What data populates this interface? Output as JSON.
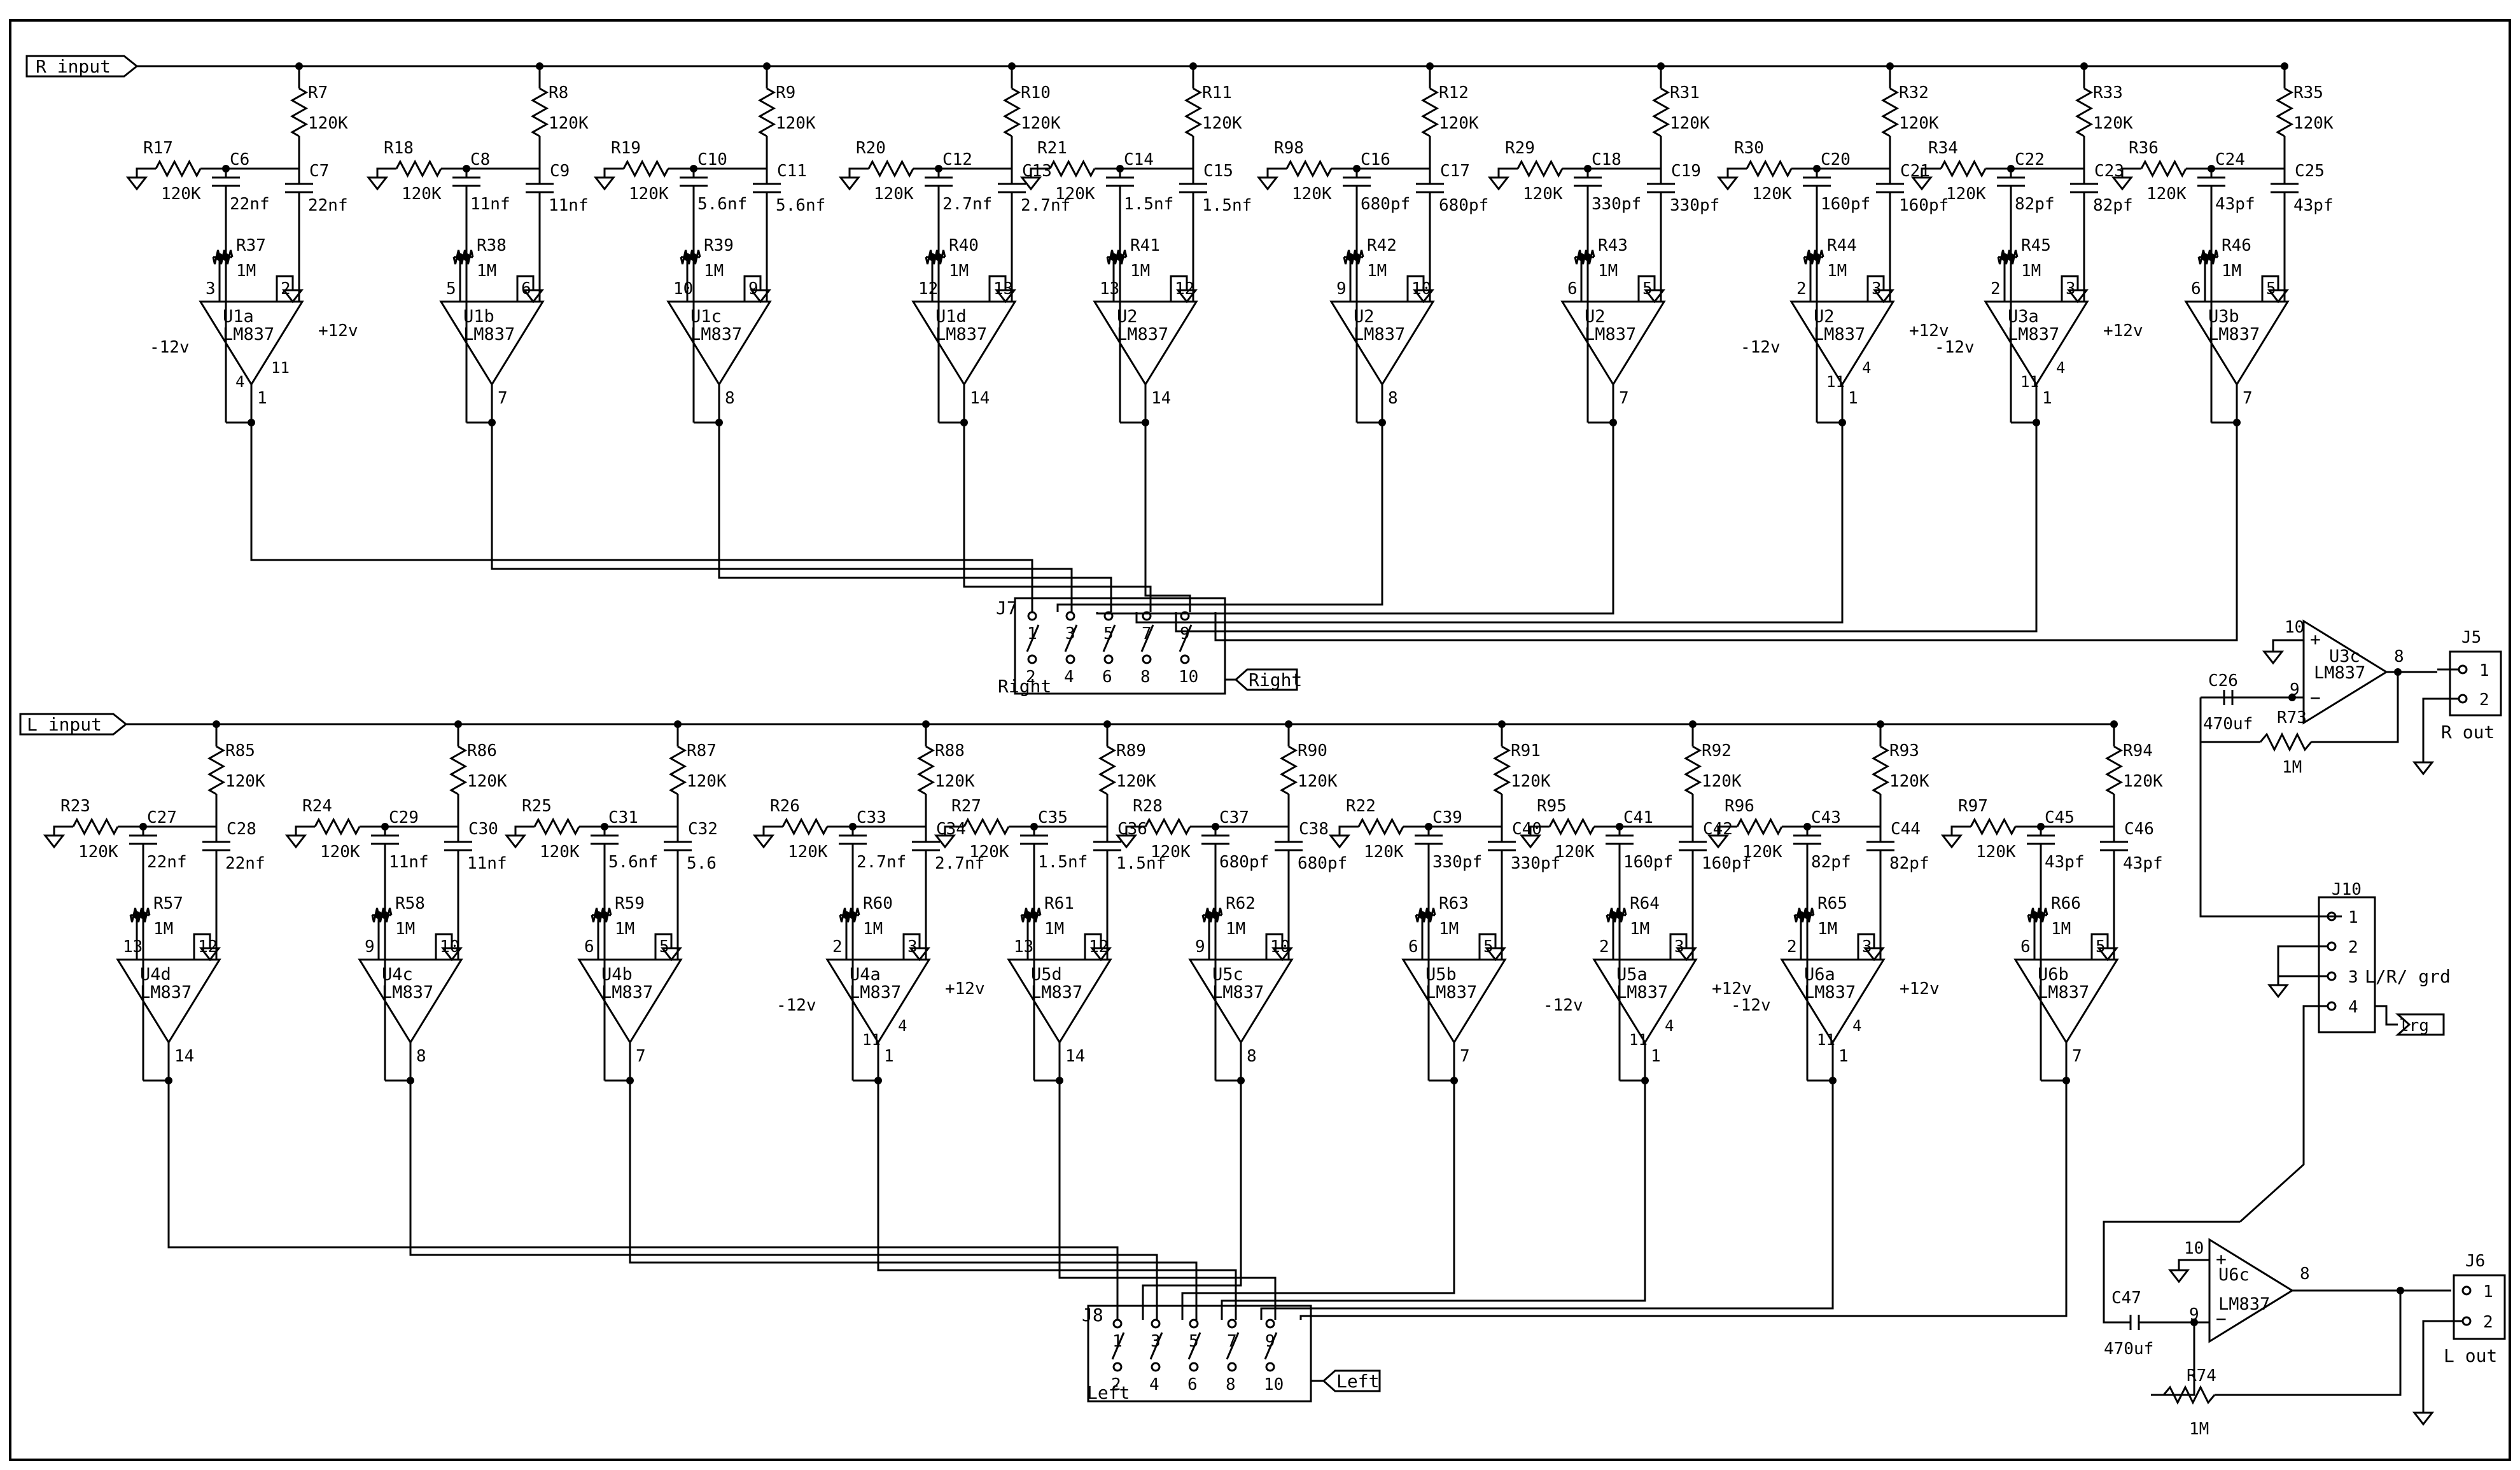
{
  "right_filters": [
    {
      "opamp": "U1a",
      "pin_plus": "3",
      "pin_minus": "2",
      "pin_out": "1",
      "vert": false,
      "rail": true,
      "pin_neg_supply": "4",
      "pin_pos_supply": "11",
      "neg_supply": "-12v",
      "pos_supply": "+12v",
      "top_r": "R7",
      "top_r_val": "120K",
      "gnd_r": "R17",
      "gnd_r_val": "120K",
      "cap_a": "C6",
      "cap_a_val": "22nf",
      "cap_b": "C7",
      "cap_b_val": "22nf",
      "fb_r": "R37",
      "fb_r_val": "1M"
    },
    {
      "opamp": "U1b",
      "pin_plus": "5",
      "pin_minus": "6",
      "pin_out": "7",
      "vert": false,
      "rail": false,
      "top_r": "R8",
      "top_r_val": "120K",
      "gnd_r": "R18",
      "gnd_r_val": "120K",
      "cap_a": "C8",
      "cap_a_val": "11nf",
      "cap_b": "C9",
      "cap_b_val": "11nf",
      "fb_r": "R38",
      "fb_r_val": "1M"
    },
    {
      "opamp": "U1c",
      "pin_plus": "10",
      "pin_minus": "9",
      "pin_out": "8",
      "vert": false,
      "rail": false,
      "top_r": "R9",
      "top_r_val": "120K",
      "gnd_r": "R19",
      "gnd_r_val": "120K",
      "cap_a": "C10",
      "cap_a_val": "5.6nf",
      "cap_b": "C11",
      "cap_b_val": "5.6nf",
      "fb_r": "R39",
      "fb_r_val": "1M"
    },
    {
      "opamp": "U1d",
      "pin_plus": "12",
      "pin_minus": "13",
      "pin_out": "14",
      "vert": false,
      "rail": false,
      "top_r": "R10",
      "top_r_val": "120K",
      "gnd_r": "R20",
      "gnd_r_val": "120K",
      "cap_a": "C12",
      "cap_a_val": "2.7nf",
      "cap_b": "C13",
      "cap_b_val": "2.7nf",
      "fb_r": "R40",
      "fb_r_val": "1M"
    },
    {
      "opamp": "U2",
      "pin_plus": "13",
      "pin_minus": "12",
      "pin_out": "14",
      "vert": true,
      "rail": false,
      "top_r": "R11",
      "top_r_val": "120K",
      "gnd_r": "R21",
      "gnd_r_val": "120K",
      "cap_a": "C14",
      "cap_a_val": "1.5nf",
      "cap_b": "C15",
      "cap_b_val": "1.5nf",
      "fb_r": "R41",
      "fb_r_val": "1M"
    },
    {
      "opamp": "U2",
      "pin_plus": "9",
      "pin_minus": "10",
      "pin_out": "8",
      "vert": true,
      "rail": false,
      "top_r": "R12",
      "top_r_val": "120K",
      "gnd_r": "R98",
      "gnd_r_val": "120K",
      "cap_a": "C16",
      "cap_a_val": "680pf",
      "cap_b": "C17",
      "cap_b_val": "680pf",
      "fb_r": "R42",
      "fb_r_val": "1M"
    },
    {
      "opamp": "U2",
      "pin_plus": "6",
      "pin_minus": "5",
      "pin_out": "7",
      "vert": true,
      "rail": false,
      "top_r": "R31",
      "top_r_val": "120K",
      "gnd_r": "R29",
      "gnd_r_val": "120K",
      "cap_a": "C18",
      "cap_a_val": "330pf",
      "cap_b": "C19",
      "cap_b_val": "330pf",
      "fb_r": "R43",
      "fb_r_val": "1M"
    },
    {
      "opamp": "U2",
      "pin_plus": "2",
      "pin_minus": "3",
      "pin_out": "1",
      "vert": true,
      "rail": true,
      "pin_neg_supply": "11",
      "pin_pos_supply": "4",
      "neg_supply": "-12v",
      "pos_supply": "+12v",
      "top_r": "R32",
      "top_r_val": "120K",
      "gnd_r": "R30",
      "gnd_r_val": "120K",
      "cap_a": "C20",
      "cap_a_val": "160pf",
      "cap_b": "C21",
      "cap_b_val": "160pf",
      "fb_r": "R44",
      "fb_r_val": "1M"
    },
    {
      "opamp": "U3a",
      "pin_plus": "2",
      "pin_minus": "3",
      "pin_out": "1",
      "vert": false,
      "rail": true,
      "pin_neg_supply": "11",
      "pin_pos_supply": "4",
      "neg_supply": "-12v",
      "pos_supply": "+12v",
      "top_r": "R33",
      "top_r_val": "120K",
      "gnd_r": "R34",
      "gnd_r_val": "120K",
      "cap_a": "C22",
      "cap_a_val": "82pf",
      "cap_b": "C23",
      "cap_b_val": "82pf",
      "fb_r": "R45",
      "fb_r_val": "1M"
    },
    {
      "opamp": "U3b",
      "pin_plus": "6",
      "pin_minus": "5",
      "pin_out": "7",
      "vert": false,
      "rail": false,
      "top_r": "R35",
      "top_r_val": "120K",
      "gnd_r": "R36",
      "gnd_r_val": "120K",
      "cap_a": "C24",
      "cap_a_val": "43pf",
      "cap_b": "C25",
      "cap_b_val": "43pf",
      "fb_r": "R46",
      "fb_r_val": "1M"
    }
  ],
  "left_filters": [
    {
      "opamp": "U4d",
      "pin_plus": "13",
      "pin_minus": "12",
      "pin_out": "14",
      "vert": false,
      "rail": false,
      "top_r": "R85",
      "top_r_val": "120K",
      "gnd_r": "R23",
      "gnd_r_val": "120K",
      "cap_a": "C27",
      "cap_a_val": "22nf",
      "cap_b": "C28",
      "cap_b_val": "22nf",
      "fb_r": "R57",
      "fb_r_val": "1M"
    },
    {
      "opamp": "U4c",
      "pin_plus": "9",
      "pin_minus": "10",
      "pin_out": "8",
      "vert": false,
      "rail": false,
      "top_r": "R86",
      "top_r_val": "120K",
      "gnd_r": "R24",
      "gnd_r_val": "120K",
      "cap_a": "C29",
      "cap_a_val": "11nf",
      "cap_b": "C30",
      "cap_b_val": "11nf",
      "fb_r": "R58",
      "fb_r_val": "1M"
    },
    {
      "opamp": "U4b",
      "pin_plus": "6",
      "pin_minus": "5",
      "pin_out": "7",
      "vert": false,
      "rail": false,
      "top_r": "R87",
      "top_r_val": "120K",
      "gnd_r": "R25",
      "gnd_r_val": "120K",
      "cap_a": "C31",
      "cap_a_val": "5.6nf",
      "cap_b": "C32",
      "cap_b_val": "5.6",
      "fb_r": "R59",
      "fb_r_val": "1M"
    },
    {
      "opamp": "U4a",
      "pin_plus": "2",
      "pin_minus": "3",
      "pin_out": "1",
      "vert": false,
      "rail": true,
      "pin_neg_supply": "11",
      "pin_pos_supply": "4",
      "neg_supply": "-12v",
      "pos_supply": "+12v",
      "top_r": "R88",
      "top_r_val": "120K",
      "gnd_r": "R26",
      "gnd_r_val": "120K",
      "cap_a": "C33",
      "cap_a_val": "2.7nf",
      "cap_b": "C34",
      "cap_b_val": "2.7nf",
      "fb_r": "R60",
      "fb_r_val": "1M"
    },
    {
      "opamp": "U5d",
      "pin_plus": "13",
      "pin_minus": "12",
      "pin_out": "14",
      "vert": false,
      "rail": false,
      "top_r": "R89",
      "top_r_val": "120K",
      "gnd_r": "R27",
      "gnd_r_val": "120K",
      "cap_a": "C35",
      "cap_a_val": "1.5nf",
      "cap_b": "C36",
      "cap_b_val": "1.5nf",
      "fb_r": "R61",
      "fb_r_val": "1M"
    },
    {
      "opamp": "U5c",
      "pin_plus": "9",
      "pin_minus": "10",
      "pin_out": "8",
      "vert": false,
      "rail": false,
      "top_r": "R90",
      "top_r_val": "120K",
      "gnd_r": "R28",
      "gnd_r_val": "120K",
      "cap_a": "C37",
      "cap_a_val": "680pf",
      "cap_b": "C38",
      "cap_b_val": "680pf",
      "fb_r": "R62",
      "fb_r_val": "1M"
    },
    {
      "opamp": "U5b",
      "pin_plus": "6",
      "pin_minus": "5",
      "pin_out": "7",
      "vert": false,
      "rail": false,
      "top_r": "R91",
      "top_r_val": "120K",
      "gnd_r": "R22",
      "gnd_r_val": "120K",
      "cap_a": "C39",
      "cap_a_val": "330pf",
      "cap_b": "C40",
      "cap_b_val": "330pf",
      "fb_r": "R63",
      "fb_r_val": "1M"
    },
    {
      "opamp": "U5a",
      "pin_plus": "2",
      "pin_minus": "3",
      "pin_out": "1",
      "vert": false,
      "rail": true,
      "pin_neg_supply": "11",
      "pin_pos_supply": "4",
      "neg_supply": "-12v",
      "pos_supply": "+12v",
      "top_r": "R92",
      "top_r_val": "120K",
      "gnd_r": "R95",
      "gnd_r_val": "120K",
      "cap_a": "C41",
      "cap_a_val": "160pf",
      "cap_b": "C42",
      "cap_b_val": "160pf",
      "fb_r": "R64",
      "fb_r_val": "1M"
    },
    {
      "opamp": "U6a",
      "pin_plus": "2",
      "pin_minus": "3",
      "pin_out": "1",
      "vert": false,
      "rail": true,
      "pin_neg_supply": "11",
      "pin_pos_supply": "4",
      "neg_supply": "-12v",
      "pos_supply": "+12v",
      "top_r": "R93",
      "top_r_val": "120K",
      "gnd_r": "R96",
      "gnd_r_val": "120K",
      "cap_a": "C43",
      "cap_a_val": "82pf",
      "cap_b": "C44",
      "cap_b_val": "82pf",
      "fb_r": "R65",
      "fb_r_val": "1M"
    },
    {
      "opamp": "U6b",
      "pin_plus": "6",
      "pin_minus": "5",
      "pin_out": "7",
      "vert": false,
      "rail": false,
      "top_r": "R94",
      "top_r_val": "120K",
      "gnd_r": "R97",
      "gnd_r_val": "120K",
      "cap_a": "C45",
      "cap_a_val": "43pf",
      "cap_b": "C46",
      "cap_b_val": "43pf",
      "fb_r": "R66",
      "fb_r_val": "1M"
    }
  ],
  "inputs": {
    "right": "R input",
    "left": "L input"
  },
  "switch_right": {
    "ref": "J7",
    "label": "Right",
    "port": "Right",
    "pins_top": [
      "1",
      "3",
      "5",
      "7",
      "9"
    ],
    "pins_bottom": [
      "2",
      "4",
      "6",
      "8",
      "10"
    ]
  },
  "switch_left": {
    "ref": "J8",
    "label": "Left",
    "port": "Left",
    "pins_top": [
      "1",
      "3",
      "5",
      "7",
      "9"
    ],
    "pins_bottom": [
      "2",
      "4",
      "6",
      "8",
      "10"
    ]
  },
  "right_out": {
    "opamp": "U3c",
    "lm": "LM837",
    "pin_plus": "10",
    "pin_minus": "9",
    "pin_out": "8",
    "cap": "C26",
    "cap_val": "470uf",
    "res": "R73",
    "res_val": "1M",
    "connector": "J5",
    "pins": [
      "1",
      "2"
    ],
    "label": "R out"
  },
  "left_out": {
    "opamp": "U6c",
    "lm": "LM837",
    "pin_plus": "10",
    "pin_minus": "9",
    "pin_out": "8",
    "cap": "C47",
    "cap_val": "470uf",
    "res": "R74",
    "res_val": "1M",
    "connector": "J6",
    "pins": [
      "1",
      "2"
    ],
    "label": "L out"
  },
  "j10": {
    "ref": "J10",
    "pins": [
      "1",
      "2",
      "3",
      "4"
    ],
    "label": "L/R/ grd",
    "port": "lrg"
  },
  "part_lm": "LM837"
}
